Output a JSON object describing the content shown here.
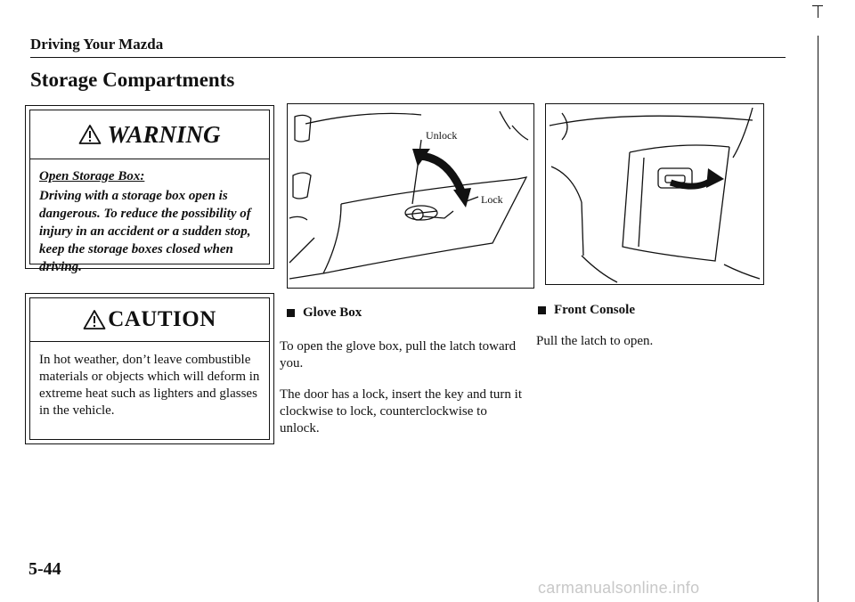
{
  "header": {
    "section": "Driving Your Mazda",
    "title": "Storage Compartments"
  },
  "warning": {
    "title": "WARNING",
    "subtitle": "Open Storage Box:",
    "text": "Driving with a storage box open is dangerous. To reduce the possibility of injury in an accident or a sudden stop, keep the storage boxes closed when driving."
  },
  "caution": {
    "title": "CAUTION",
    "text": "In hot weather, don’t leave combustible materials or objects which will deform in extreme heat such as lighters and glasses in the vehicle."
  },
  "glove_box": {
    "label_unlock": "Unlock",
    "label_lock": "Lock",
    "heading": "Glove Box",
    "paragraph1": "To open the glove box, pull the latch toward you.",
    "paragraph2": "The door has a lock, insert the key and turn it clockwise to lock, counterclockwise to unlock."
  },
  "front_console": {
    "heading": "Front Console",
    "paragraph1": "Pull the latch to open."
  },
  "footer": {
    "page_number": "5-44",
    "watermark": "carmanualsonline.info"
  }
}
